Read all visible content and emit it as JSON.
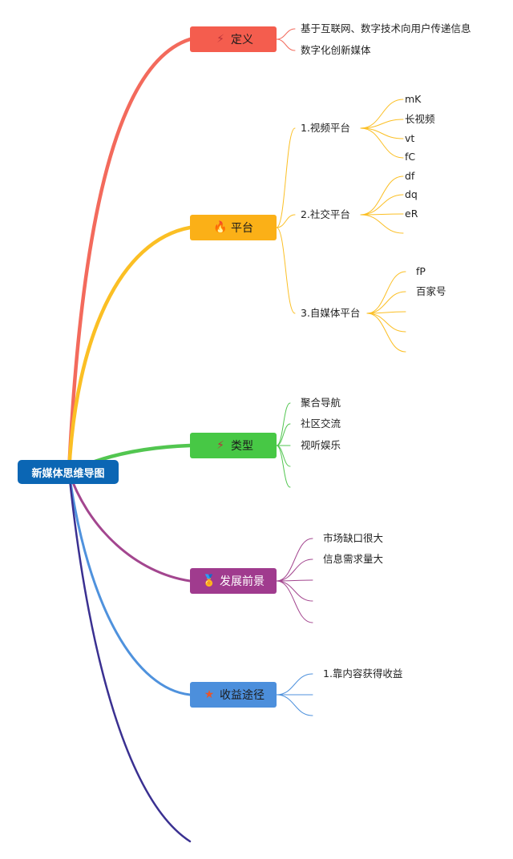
{
  "root": {
    "label": "新媒体思维导图",
    "color": "#0b66b4"
  },
  "branches": [
    {
      "id": "def",
      "label": "定义",
      "icon": "sparkle-wand-icon",
      "glyph": "⚡",
      "color": "#f45d4e",
      "line": "#f36a5c",
      "children": [
        "基于互联网、数字技术向用户传递信息",
        "数字化创新媒体"
      ]
    },
    {
      "id": "platform",
      "label": "平台",
      "icon": "fire-icon",
      "glyph": "🔥",
      "color": "#fbb017",
      "line": "#fbbf24",
      "children": [
        {
          "label": "1.视频平台",
          "items": [
            "mK",
            "长视频",
            "vt",
            "fC"
          ]
        },
        {
          "label": "2.社交平台",
          "items": [
            "df",
            "dq",
            "eR",
            ""
          ]
        },
        {
          "label": "3.自媒体平台",
          "items": [
            "fP",
            "百家号",
            "",
            "",
            ""
          ]
        }
      ]
    },
    {
      "id": "type",
      "label": "类型",
      "icon": "sparkle-wand-icon",
      "glyph": "⚡",
      "color": "#47c845",
      "line": "#52c650",
      "children": [
        "聚合导航",
        "社区交流",
        "视听娱乐",
        "",
        ""
      ]
    },
    {
      "id": "prospect",
      "label": "发展前景",
      "icon": "award-medal-icon",
      "glyph": "🏅",
      "color": "#a03b8e",
      "line": "#a3468f",
      "children": [
        "市场缺口很大",
        "信息需求量大",
        "",
        "",
        ""
      ]
    },
    {
      "id": "revenue",
      "label": "收益途径",
      "icon": "star-icon",
      "glyph": "★",
      "color": "#4c8fdc",
      "line": "#4f92dd",
      "children": [
        "1.靠内容获得收益",
        "",
        ""
      ]
    },
    {
      "id": "empty",
      "label": "",
      "color": "#3a3091",
      "line": "#3a3091",
      "children": []
    }
  ]
}
